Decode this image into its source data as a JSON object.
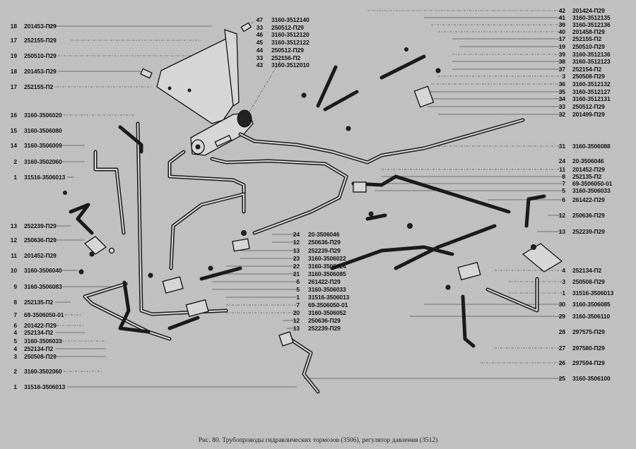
{
  "caption": "Рис. 80. Трубопроводы гидравлических тормозов (3506), регулятор давления (3512)",
  "labels_left": [
    {
      "num": "18",
      "part": "201453-П29"
    },
    {
      "num": "17",
      "part": "252155-П29"
    },
    {
      "num": "19",
      "part": "250510-П29"
    },
    {
      "num": "18",
      "part": "201453-П29"
    },
    {
      "num": "17",
      "part": "252155-П2"
    },
    {
      "num": "16",
      "part": "3160-3506020"
    },
    {
      "num": "15",
      "part": "3160-3506080"
    },
    {
      "num": "14",
      "part": "3160-3506009"
    },
    {
      "num": "2",
      "part": "3160-3502060"
    },
    {
      "num": "1",
      "part": "31516-3506013"
    },
    {
      "num": "13",
      "part": "252239-П29"
    },
    {
      "num": "12",
      "part": "250636-П29"
    },
    {
      "num": "11",
      "part": "201452-П29"
    },
    {
      "num": "10",
      "part": "3160-3506040"
    },
    {
      "num": "9",
      "part": "3160-3506083"
    },
    {
      "num": "8",
      "part": "252135-П2"
    },
    {
      "num": "7",
      "part": "69-3506050-01"
    },
    {
      "num": "6",
      "part": "201422-П29"
    },
    {
      "num": "4",
      "part": "252134-П2"
    },
    {
      "num": "5",
      "part": "3160-3506033"
    },
    {
      "num": "4",
      "part": "252134-П2"
    },
    {
      "num": "3",
      "part": "250508-П29"
    },
    {
      "num": "2",
      "part": "3160-3502060"
    },
    {
      "num": "1",
      "part": "31516-3506013"
    }
  ],
  "labels_top_mid": [
    {
      "num": "47",
      "part": "3160-3512140"
    },
    {
      "num": "33",
      "part": "250512-П29"
    },
    {
      "num": "46",
      "part": "3160-3512120"
    },
    {
      "num": "45",
      "part": "3160-3512122"
    },
    {
      "num": "44",
      "part": "250512-П29"
    },
    {
      "num": "33",
      "part": "252156-П2"
    },
    {
      "num": "43",
      "part": "3160-3512010"
    }
  ],
  "labels_center": [
    {
      "num": "24",
      "part": "20-3506046"
    },
    {
      "num": "12",
      "part": "250636-П29"
    },
    {
      "num": "13",
      "part": "252239-П29"
    },
    {
      "num": "23",
      "part": "3160-3506022"
    },
    {
      "num": "22",
      "part": "3160-3506024"
    },
    {
      "num": "21",
      "part": "3160-3506085"
    },
    {
      "num": "6",
      "part": "261422-П29"
    },
    {
      "num": "5",
      "part": "3160-3506033"
    },
    {
      "num": "1",
      "part": "31516-3506013"
    },
    {
      "num": "7",
      "part": "69-3506050-01"
    },
    {
      "num": "20",
      "part": "3160-3506052"
    },
    {
      "num": "12",
      "part": "250636-П29"
    },
    {
      "num": "13",
      "part": "252239-П29"
    }
  ],
  "labels_right": [
    {
      "num": "42",
      "part": "201424-П29"
    },
    {
      "num": "41",
      "part": "3160-3512135"
    },
    {
      "num": "39",
      "part": "3160-3512136"
    },
    {
      "num": "40",
      "part": "201458-П29"
    },
    {
      "num": "17",
      "part": "252155-П2"
    },
    {
      "num": "19",
      "part": "250510-П29"
    },
    {
      "num": "39",
      "part": "3160-3512136"
    },
    {
      "num": "38",
      "part": "3160-3512123"
    },
    {
      "num": "37",
      "part": "252154-П2"
    },
    {
      "num": "3",
      "part": "250508-П29"
    },
    {
      "num": "36",
      "part": "3160-3512132"
    },
    {
      "num": "35",
      "part": "3160-3512127"
    },
    {
      "num": "34",
      "part": "3160-3512131"
    },
    {
      "num": "33",
      "part": "250512-П29"
    },
    {
      "num": "32",
      "part": "201499-П29"
    },
    {
      "num": "31",
      "part": "3160-3506088"
    },
    {
      "num": "24",
      "part": "20-3506046"
    },
    {
      "num": "11",
      "part": "201452-П29"
    },
    {
      "num": "8",
      "part": "252135-П2"
    },
    {
      "num": "7",
      "part": "69-3506050-01"
    },
    {
      "num": "5",
      "part": "3160-3506033"
    },
    {
      "num": "6",
      "part": "261422-П29"
    },
    {
      "num": "12",
      "part": "250636-П29"
    },
    {
      "num": "13",
      "part": "252239-П29"
    },
    {
      "num": "4",
      "part": "252134-П2"
    },
    {
      "num": "3",
      "part": "250508-П29"
    },
    {
      "num": "1",
      "part": "31516-3506013"
    },
    {
      "num": "30",
      "part": "3160-3506085"
    },
    {
      "num": "29",
      "part": "3160-3506110"
    },
    {
      "num": "28",
      "part": "297575-П29"
    },
    {
      "num": "27",
      "part": "297580-П29"
    },
    {
      "num": "26",
      "part": "297594-П29"
    },
    {
      "num": "25",
      "part": "3160-3506100"
    }
  ]
}
